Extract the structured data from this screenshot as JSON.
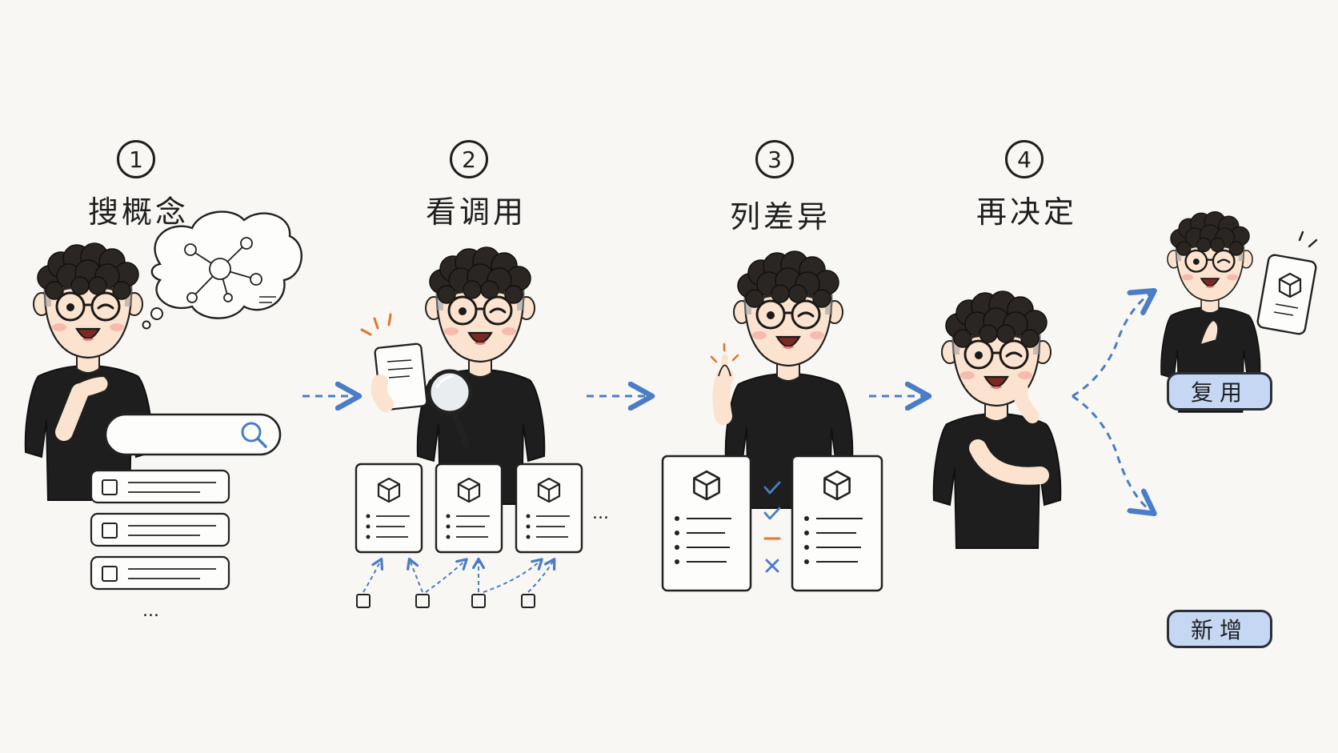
{
  "steps": [
    {
      "number": "1",
      "label": "搜概念"
    },
    {
      "number": "2",
      "label": "看调用"
    },
    {
      "number": "3",
      "label": "列差异"
    },
    {
      "number": "4",
      "label": "再决定"
    }
  ],
  "outcomes": {
    "reuse_label": "复用",
    "new_label": "新增"
  },
  "ellipsis": "...",
  "colors": {
    "arrow": "#4a7cc7",
    "accent_orange": "#e8742b",
    "tag_fill": "#c5d7f3",
    "shirt": "#1e1e1e",
    "skin": "#fbe3cf",
    "hair": "#2b2622"
  }
}
